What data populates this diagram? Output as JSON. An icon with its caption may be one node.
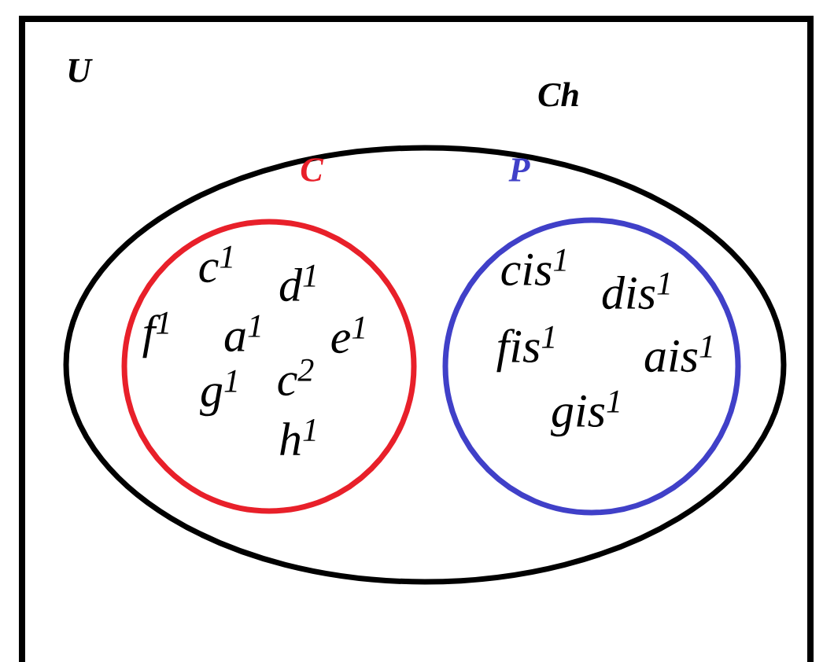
{
  "diagram": {
    "nodes": [
      {
        "text": [
          "U"
        ]
      },
      {
        "text": [
          "Ch"
        ],
        "in": 0
      },
      {
        "text": [
          "C",
          "c$^{1}$",
          "d$^{1}$",
          "f$^{1}$",
          "a$^{1}$",
          "e$^{1}$",
          "g$^{1}$",
          "c$^{2}$",
          "h$^{1}$"
        ],
        "in": 1
      },
      {
        "text": [
          "P",
          "cis$^{1}$",
          "dis$^{1}$",
          "fis$^{1}$",
          "ais$^{1}$",
          "gis$^{1}$"
        ],
        "in": 1
      }
    ]
  }
}
